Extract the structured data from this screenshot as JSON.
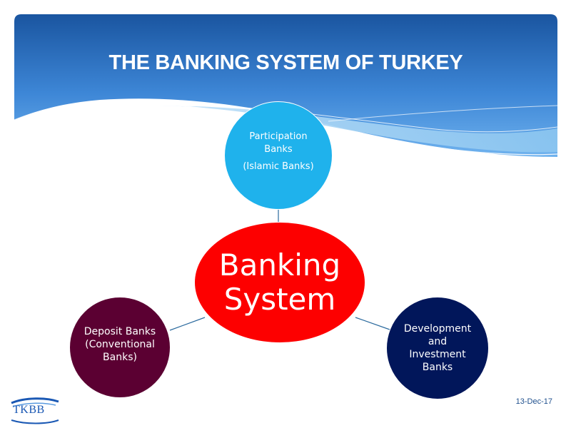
{
  "slide": {
    "title": "THE BANKING SYSTEM OF TURKEY",
    "date": "13-Dec-17"
  },
  "diagram": {
    "center": {
      "line1": "Banking",
      "line2": "System"
    },
    "participation": {
      "line1": "Participation",
      "line2": "Banks",
      "sub": "(Islamic Banks)"
    },
    "deposit": {
      "line1": "Deposit Banks",
      "line2": "(Conventional",
      "line3": "Banks)"
    },
    "development": {
      "line1": "Development",
      "line2": "and",
      "line3": "Investment",
      "line4": "Banks"
    }
  },
  "logo": {
    "text": "TKBB"
  },
  "colors": {
    "header_blue": "#1f5fa8",
    "participation": "#1fb2ec",
    "center": "#fd0000",
    "deposit": "#5b0032",
    "development": "#01165a",
    "connector": "#2b6a9e"
  }
}
